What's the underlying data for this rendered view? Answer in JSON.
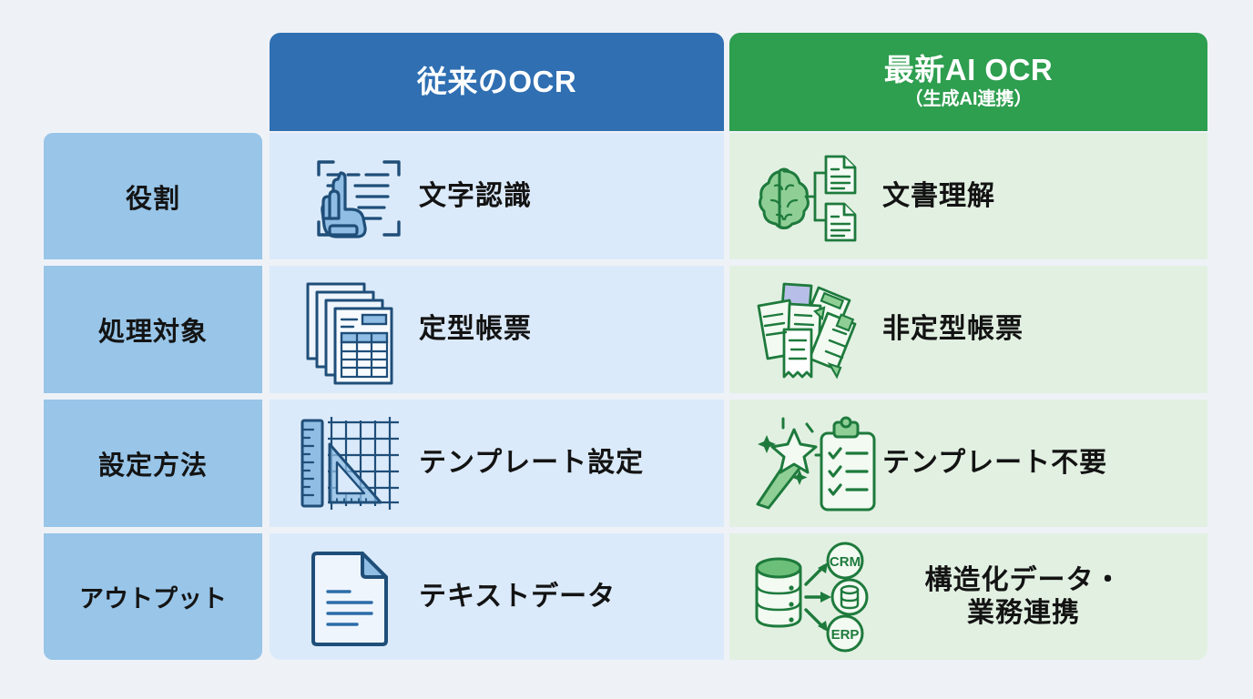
{
  "theme": {
    "background": "#eef2f7",
    "legacy_header_bg": "#2f6fb2",
    "ai_header_bg": "#2e9e4f",
    "label_cell_bg": "#98c5e8",
    "legacy_cell_bg": "#dbeafa",
    "ai_cell_bg": "#e2f0e2",
    "legacy_icon_stroke": "#1f4e79",
    "legacy_icon_fill": "#8fbde4",
    "ai_icon_stroke": "#1e7a3c",
    "ai_icon_fill": "#8fcf96",
    "text_color": "#131313",
    "header_text_color": "#ffffff"
  },
  "header": {
    "label_column": "",
    "legacy": {
      "title": "従来のOCR",
      "subtitle": ""
    },
    "ai": {
      "title": "最新AI OCR",
      "subtitle": "（生成AI連携）"
    }
  },
  "rows": [
    {
      "label": "役割",
      "legacy": {
        "text": "文字認識",
        "icon": "pointing-hand-scan-icon"
      },
      "ai": {
        "text": "文書理解",
        "text_line2": "",
        "icon": "brain-documents-icon"
      }
    },
    {
      "label": "処理対象",
      "legacy": {
        "text": "定型帳票",
        "icon": "stacked-structured-forms-icon"
      },
      "ai": {
        "text": "非定型帳票",
        "text_line2": "",
        "icon": "scattered-documents-receipt-icon"
      }
    },
    {
      "label": "設定方法",
      "legacy": {
        "text": "テンプレート設定",
        "icon": "ruler-grid-template-icon"
      },
      "ai": {
        "text": "テンプレート不要",
        "text_line2": "",
        "icon": "magic-wand-checklist-icon"
      }
    },
    {
      "label": "アウトプット",
      "legacy": {
        "text": "テキストデータ",
        "icon": "text-document-icon"
      },
      "ai": {
        "text": "構造化データ・",
        "text_line2": "業務連携",
        "icon": "database-crm-erp-icon"
      }
    }
  ]
}
